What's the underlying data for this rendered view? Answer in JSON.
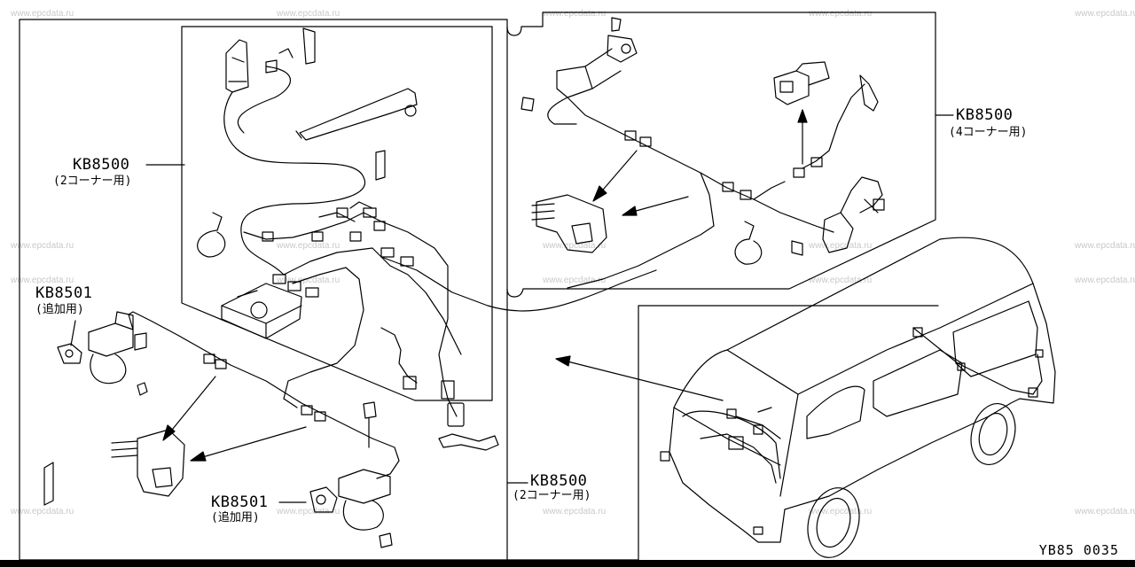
{
  "watermark": "www.epcdata.ru",
  "labels": {
    "kb8500_4corner": {
      "code": "KB8500",
      "note": "(4コーナー用)"
    },
    "kb8500_2corner_left": {
      "code": "KB8500",
      "note": "(2コーナー用)"
    },
    "kb8501_left": {
      "code": "KB8501",
      "note": "(追加用)"
    },
    "kb8501_bottom": {
      "code": "KB8501",
      "note": "(追加用)"
    },
    "kb8500_2corner_bottom": {
      "code": "KB8500",
      "note": "(2コーナー用)"
    }
  },
  "part_number": "YB85 0035"
}
